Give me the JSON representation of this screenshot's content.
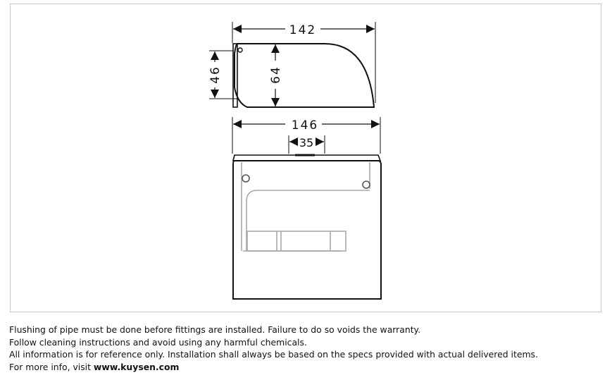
{
  "drawing": {
    "side_view": {
      "width_top": "142",
      "height_left": "46",
      "height_inner": "64"
    },
    "front_view": {
      "width": "146",
      "center_width": "35"
    }
  },
  "notes": {
    "line1": "Flushing of pipe must be done before fittings are installed. Failure to do so voids the warranty.",
    "line2": "Follow cleaning instructions and avoid using any harmful chemicals.",
    "line3": "All information is for reference only. Installation shall always be based on the specs provided with actual delivered items.",
    "line4_prefix": "For more info, visit ",
    "line4_link": "www.kuysen.com"
  }
}
